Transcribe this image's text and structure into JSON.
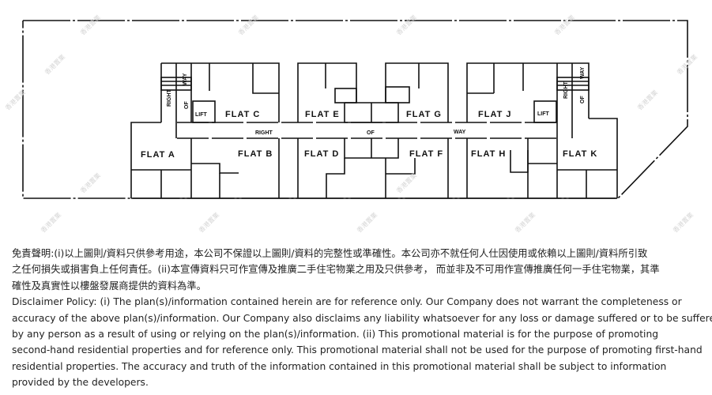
{
  "floor_plan": {
    "flats": {
      "a": "FLAT A",
      "b": "FLAT B",
      "c": "FLAT C",
      "d": "FLAT D",
      "e": "FLAT E",
      "f": "FLAT F",
      "g": "FLAT G",
      "h": "FLAT H",
      "j": "FLAT J",
      "k": "FLAT K"
    },
    "lift_label": "LIFT",
    "corridor": {
      "right": "RIGHT",
      "of": "OF",
      "way": "WAY"
    },
    "watermark": "香港置業"
  },
  "disclaimer": {
    "zh_lines": [
      "免責聲明:(i)以上圖則/資料只供參考用途，本公司不保證以上圖則/資料的完整性或準確性。本公司亦不就任何人仕因使用或依賴以上圖則/資料所引致",
      "之任何損失或損害負上任何責任。(ii)本宣傳資料只可作宣傳及推廣二手住宅物業之用及只供參考， 而並非及不可用作宣傳推廣任何一手住宅物業，其準",
      "確性及真實性以樓盤發展商提供的資料為準。"
    ],
    "en_lines": [
      "Disclaimer Policy: (i) The plan(s)/information contained herein are for reference only. Our Company does not warrant the completeness or",
      "accuracy of the above plan(s)/information. Our Company also disclaims any liability whatsoever for any loss or damage suffered or to be suffered",
      "by any person as a result of using or relying on the plan(s)/information. (ii) This promotional material is for the purpose of promoting",
      "second-hand residential properties and for reference only. This promotional material shall not be used for the purpose of promoting first-hand",
      "residential properties. The accuracy and truth of the information contained in this promotional material shall be subject to information",
      "provided by the developers."
    ]
  }
}
